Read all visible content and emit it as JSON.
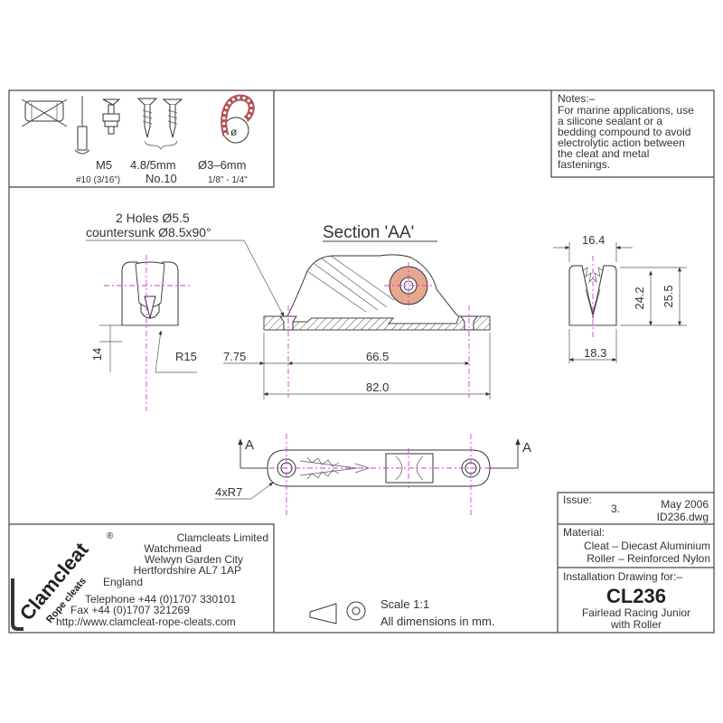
{
  "notes": {
    "heading": "Notes:–",
    "lines": [
      "For marine applications, use",
      "a silicone sealant or a",
      "bedding compound to avoid",
      "electrolytic action between",
      "the cleat and metal",
      "fastenings."
    ]
  },
  "fasteners": {
    "sizes": [
      "M5",
      "4.8/5mm",
      "Ø3–6mm"
    ],
    "imperial": [
      "#10 (3/16\")",
      "No.10",
      "1/8\" - 1/4\""
    ]
  },
  "section": {
    "title_prefix": "Section ",
    "title_label": "'AA'",
    "holes_line1": "2 Holes Ø5.5",
    "holes_line2": "countersunk Ø8.5x90°"
  },
  "dimensions": {
    "left_height": "14",
    "radius": "R15",
    "offset": "7.75",
    "hole_span": "66.5",
    "length": "82.0",
    "top_width": "16.4",
    "height_inner": "24.2",
    "height_total": "25.5",
    "base_width": "18.3",
    "corner_radius": "4xR7",
    "arrow_left": "A",
    "arrow_right": "A"
  },
  "company": {
    "logo_text": "Clamcleat",
    "logo_sub": "Rope cleats",
    "logo_mark": "®",
    "address": [
      "Clamcleats Limited",
      "Watchmead",
      "Welwyn Garden City",
      "Hertfordshire AL7 1AP",
      "England"
    ],
    "telephone": "Telephone +44 (0)1707 330101",
    "fax": "Fax +44 (0)1707 321269",
    "website": "http://www.clamcleat-rope-cleats.com"
  },
  "scale": {
    "scale_text": "Scale 1:1",
    "units_text": "All dimensions in mm."
  },
  "titleblock": {
    "issue_label": "Issue:",
    "issue_number": "3.",
    "issue_date": "May 2006",
    "dwg_file": "ID236.dwg",
    "material_label": "Material:",
    "material_cleat": "Cleat – Diecast Aluminium",
    "material_roller": "Roller – Reinforced Nylon",
    "install_label": "Installation Drawing for:–",
    "part_number": "CL236",
    "desc_line1": "Fairlead Racing Junior",
    "desc_line2": "with Roller"
  },
  "colors": {
    "centerline": "#d63bd6",
    "roller": "#e8a78f",
    "line": "#444444"
  }
}
